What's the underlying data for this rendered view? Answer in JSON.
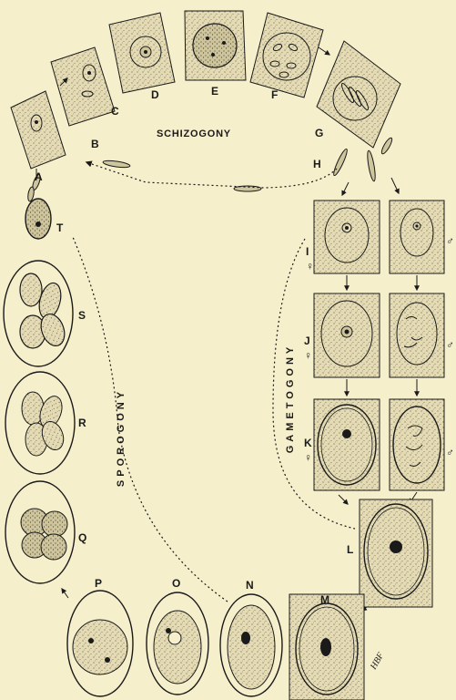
{
  "diagram": {
    "titles": {
      "schizogony": "SCHIZOGONY",
      "gametogony": "GAMETOGONY",
      "sporogony": "SPOROGONY"
    },
    "labels": {
      "A": "A",
      "B": "B",
      "C": "C",
      "D": "D",
      "E": "E",
      "F": "F",
      "G": "G",
      "H": "H",
      "I": "I",
      "J": "J",
      "K": "K",
      "L": "L",
      "M": "M",
      "N": "N",
      "O": "O",
      "P": "P",
      "Q": "Q",
      "R": "R",
      "S": "S",
      "T": "T"
    },
    "sex_symbols": {
      "female": "♀",
      "male": "♂"
    },
    "signature": "HBF"
  },
  "colors": {
    "background": "#f6efcc",
    "cell_fill": "#e2d9b2",
    "ink": "#1a1a1a"
  }
}
